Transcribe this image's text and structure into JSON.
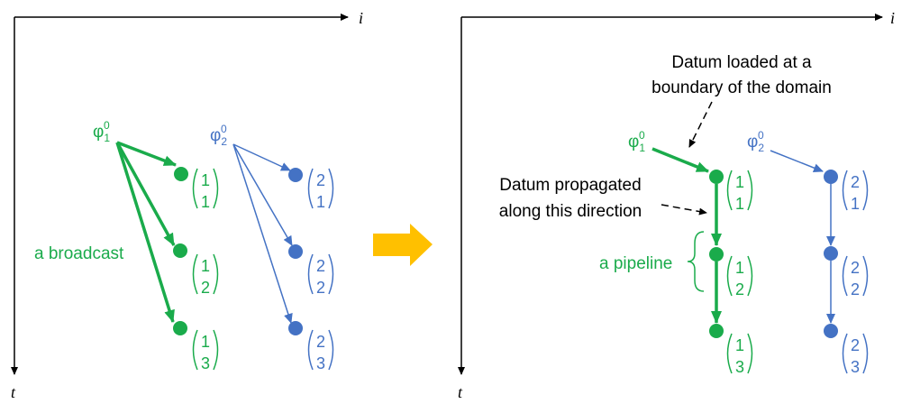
{
  "colors": {
    "green": "#1aab4b",
    "blue": "#4472c4",
    "black": "#000000",
    "arrow": "#ffc000"
  },
  "axes": {
    "i_label": "i",
    "t_label": "t"
  },
  "left_panel": {
    "phi1": {
      "base": "φ",
      "sub": "1",
      "sup": "0"
    },
    "phi2": {
      "base": "φ",
      "sub": "2",
      "sup": "0"
    },
    "broadcast_label": "a broadcast",
    "green_nodes": [
      {
        "top": "1",
        "bottom": "1"
      },
      {
        "top": "1",
        "bottom": "2"
      },
      {
        "top": "1",
        "bottom": "3"
      }
    ],
    "blue_nodes": [
      {
        "top": "2",
        "bottom": "1"
      },
      {
        "top": "2",
        "bottom": "2"
      },
      {
        "top": "2",
        "bottom": "3"
      }
    ]
  },
  "transition_arrow_icon": "right-arrow-icon",
  "right_panel": {
    "phi1": {
      "base": "φ",
      "sub": "1",
      "sup": "0"
    },
    "phi2": {
      "base": "φ",
      "sub": "2",
      "sup": "0"
    },
    "annotation_loaded_line1": "Datum loaded at a",
    "annotation_loaded_line2": "boundary of the domain",
    "annotation_propagated_line1": "Datum propagated",
    "annotation_propagated_line2": "along this direction",
    "pipeline_label": "a pipeline",
    "green_nodes": [
      {
        "top": "1",
        "bottom": "1"
      },
      {
        "top": "1",
        "bottom": "2"
      },
      {
        "top": "1",
        "bottom": "3"
      }
    ],
    "blue_nodes": [
      {
        "top": "2",
        "bottom": "1"
      },
      {
        "top": "2",
        "bottom": "2"
      },
      {
        "top": "2",
        "bottom": "3"
      }
    ]
  }
}
